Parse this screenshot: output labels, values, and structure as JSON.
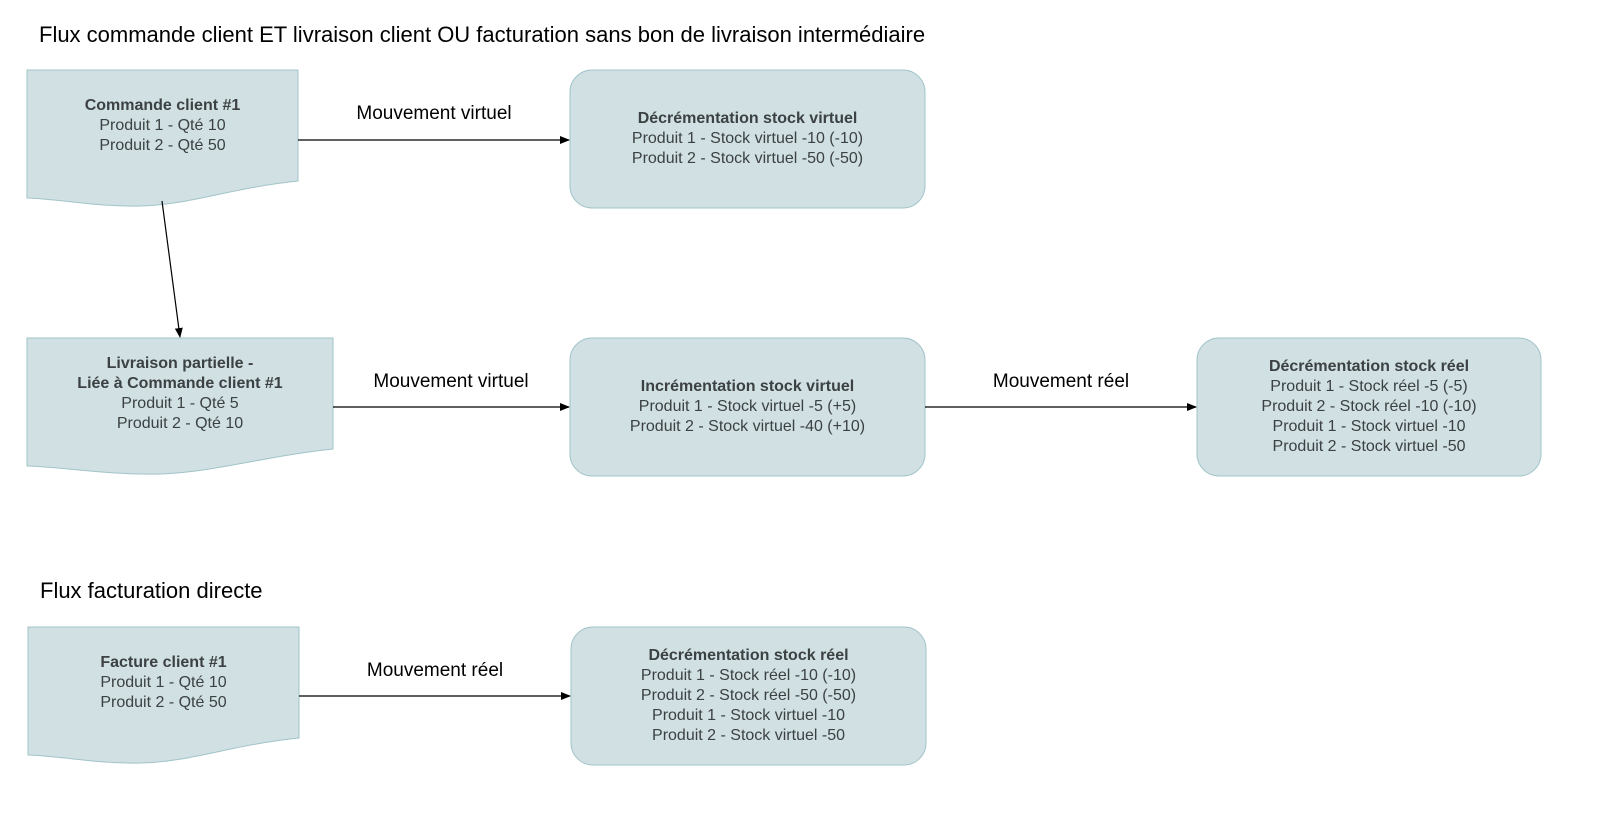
{
  "titles": {
    "flow1": "Flux commande client ET livraison client OU facturation sans bon de livraison intermédiaire",
    "flow2": "Flux facturation directe"
  },
  "nodes": {
    "commande": {
      "title": "Commande client #1",
      "lines": [
        "Produit 1 - Qté 10",
        "Produit 2 - Qté 50"
      ]
    },
    "dec_virtuel": {
      "title": "Décrémentation stock virtuel",
      "lines": [
        "Produit 1 - Stock virtuel -10 (-10)",
        "Produit 2 - Stock virtuel -50 (-50)"
      ]
    },
    "livraison": {
      "title": "Livraison partielle -",
      "title2": "Liée à Commande client #1",
      "lines": [
        "Produit 1 - Qté 5",
        "Produit 2 - Qté 10"
      ]
    },
    "inc_virtuel": {
      "title": "Incrémentation stock virtuel",
      "lines": [
        "Produit 1 - Stock virtuel -5 (+5)",
        "Produit 2 - Stock virtuel -40 (+10)"
      ]
    },
    "dec_reel_1": {
      "title": "Décrémentation stock réel",
      "lines": [
        "Produit 1 - Stock réel -5 (-5)",
        "Produit 2 - Stock réel -10 (-10)",
        "Produit 1 - Stock virtuel -10",
        "Produit 2 - Stock virtuel -50"
      ]
    },
    "facture": {
      "title": "Facture client #1",
      "lines": [
        "Produit 1 - Qté 10",
        "Produit 2 - Qté 50"
      ]
    },
    "dec_reel_2": {
      "title": "Décrémentation stock réel",
      "lines": [
        "Produit 1 - Stock réel -10 (-10)",
        "Produit 2 - Stock réel -50 (-50)",
        "Produit 1 - Stock virtuel -10",
        "Produit 2 - Stock virtuel -50"
      ]
    }
  },
  "edges": {
    "e1": "Mouvement virtuel",
    "e2": "Mouvement virtuel",
    "e3": "Mouvement réel",
    "e4": "Mouvement réel"
  },
  "colors": {
    "node_fill": "#d0e0e3",
    "node_stroke": "#a2c4c9",
    "arrow": "#000000"
  }
}
